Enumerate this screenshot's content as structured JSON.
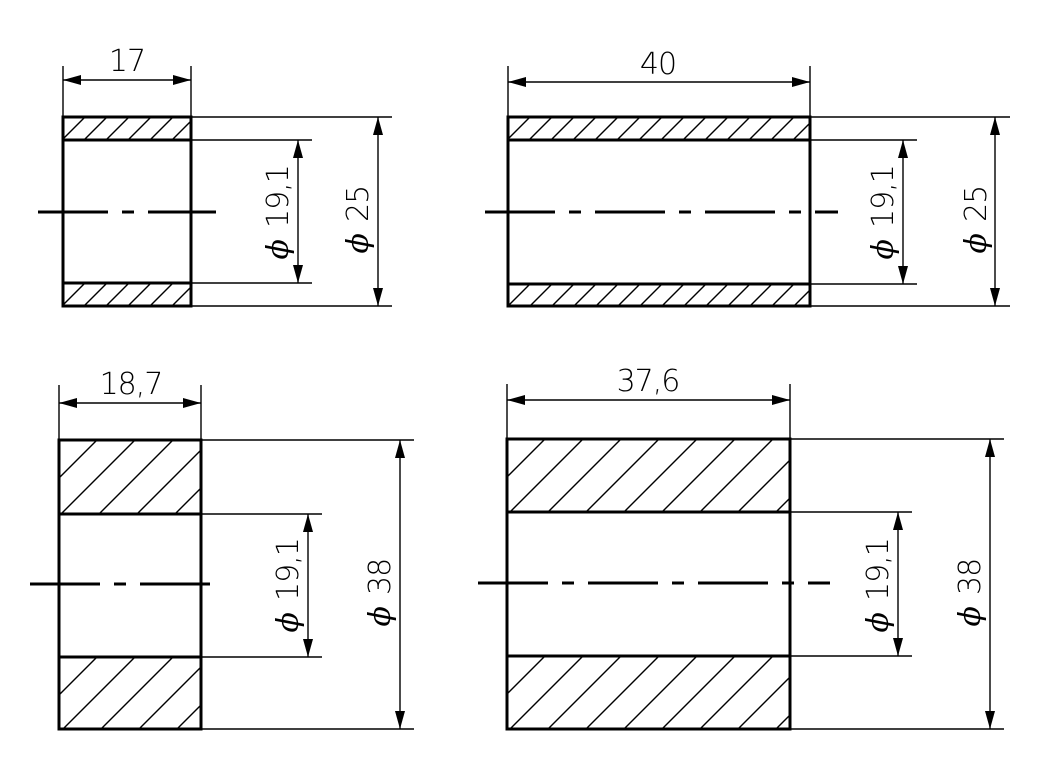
{
  "diameter_symbol": "ϕ",
  "colors": {
    "ink": "#000000",
    "background": "#ffffff"
  },
  "parts": [
    {
      "id": "part-1",
      "length": "17",
      "inner_diameter": "19,1",
      "outer_diameter": "25"
    },
    {
      "id": "part-2",
      "length": "40",
      "inner_diameter": "19,1",
      "outer_diameter": "25"
    },
    {
      "id": "part-3",
      "length": "18,7",
      "inner_diameter": "19,1",
      "outer_diameter": "38"
    },
    {
      "id": "part-4",
      "length": "37,6",
      "inner_diameter": "19,1",
      "outer_diameter": "38"
    }
  ]
}
